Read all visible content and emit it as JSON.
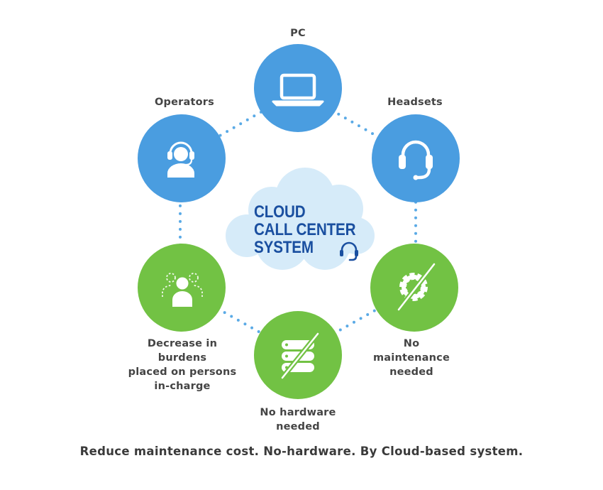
{
  "diagram": {
    "center_title": "CLOUD\nCALL CENTER\nSYSTEM",
    "nodes": [
      {
        "id": "pc",
        "label": "PC",
        "icon": "laptop-icon",
        "color": "#4a9de0"
      },
      {
        "id": "headsets",
        "label": "Headsets",
        "icon": "headset-icon",
        "color": "#4a9de0"
      },
      {
        "id": "maintenance",
        "label": "No\nmaintenance\nneeded",
        "icon": "gear-crossed-icon",
        "color": "#72c244"
      },
      {
        "id": "hardware",
        "label": "No hardware\nneeded",
        "icon": "database-crossed-icon",
        "color": "#72c244"
      },
      {
        "id": "decrease",
        "label": "Decrease in\nburdens\nplaced on persons\nin-charge",
        "icon": "people-icon",
        "color": "#72c244"
      },
      {
        "id": "operators",
        "label": "Operators",
        "icon": "operator-icon",
        "color": "#4a9de0"
      }
    ],
    "caption": "Reduce maintenance cost. No-hardware. By Cloud-based system.",
    "colors": {
      "blue": "#4a9de0",
      "green": "#72c244",
      "cloud": "#d6ebf9",
      "dots": "#5aaae6",
      "title": "#1a4fa0"
    }
  }
}
